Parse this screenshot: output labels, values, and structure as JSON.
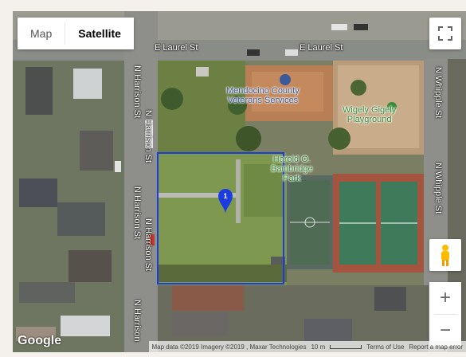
{
  "map_type": {
    "map_label": "Map",
    "satellite_label": "Satellite",
    "active": "Satellite"
  },
  "streets": {
    "laurel_west": "E Laurel St",
    "laurel_east": "E Laurel St",
    "harrison_1": "N Harrison St",
    "harrison_2": "N Harrison St",
    "harrison_3": "N Harrison St",
    "harrison_4": "N Harrison St",
    "harrison_5": "N Harrison",
    "whipple_1": "N Whipple St",
    "whipple_2": "N Whipple St"
  },
  "pois": {
    "veterans": "Mendocino County\nVeterans Services",
    "playground": "Wigely Gigely\nPlayground",
    "park": "Harold O.\nBainbridge\nPark"
  },
  "marker": {
    "number": "1"
  },
  "attribution": {
    "map_data": "Map data ©2019 Imagery ©2019 , Maxar Technologies",
    "scale": "10 m",
    "terms": "Terms of Use",
    "report": "Report a map error"
  },
  "logo": "Google",
  "zoom": {
    "plus": "+",
    "minus": "−"
  },
  "colors": {
    "selection": "#1a3ce0",
    "marker": "#1a3ce0",
    "playground_label": "#3a8a3a",
    "poi_label": "#3c5a9a"
  }
}
